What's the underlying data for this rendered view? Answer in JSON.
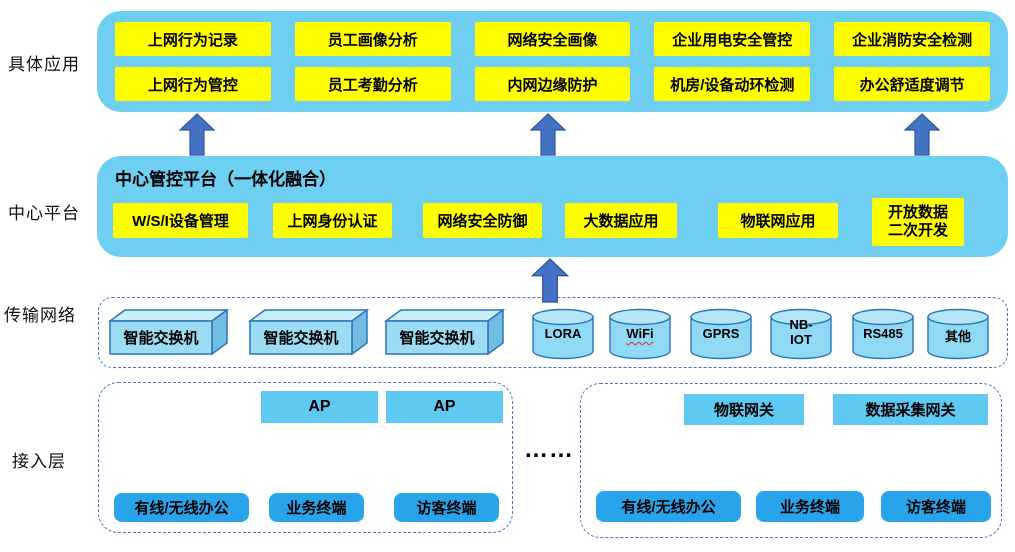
{
  "side_labels": {
    "app": "具体应用",
    "platform": "中心平台",
    "transmission": "传输网络",
    "access": "接入层"
  },
  "app_layer": {
    "boxes_row1": [
      "上网行为记录",
      "员工画像分析",
      "网络安全画像",
      "企业用电安全管控",
      "企业消防安全检测"
    ],
    "boxes_row2": [
      "上网行为管控",
      "员工考勤分析",
      "内网边缘防护",
      "机房/设备动环检测",
      "办公舒适度调节"
    ]
  },
  "platform_layer": {
    "title": "中心管控平台（一体化融合）",
    "boxes": [
      "W/S/I设备管理",
      "上网身份认证",
      "网络安全防御",
      "大数据应用",
      "物联网应用"
    ],
    "open_data_box": {
      "line1": "开放数据",
      "line2": "二次开发"
    }
  },
  "transmission_layer": {
    "switches": [
      "智能交换机",
      "智能交换机",
      "智能交换机"
    ],
    "protocols": [
      "LORA",
      "WiFi",
      "GPRS",
      "NB-IOT",
      "RS485",
      "其他"
    ]
  },
  "access_layer": {
    "left_group": {
      "ap_boxes": [
        "AP",
        "AP"
      ],
      "terminal_boxes": [
        "有线/无线办公",
        "业务终端",
        "访客终端"
      ]
    },
    "ellipsis": "……",
    "right_group": {
      "gateway_boxes": [
        "物联网关",
        "数据采集网关"
      ],
      "terminal_boxes": [
        "有线/无线办公",
        "业务终端",
        "访客终端"
      ]
    }
  },
  "colors": {
    "band_blue": "#6FCFF3",
    "box_yellow": "#FFFF00",
    "arrow_blue": "#4472C4",
    "arrow_border": "#2F5597",
    "dashed_border": "#4472C4",
    "switch_front": "#9BDCF4",
    "switch_top": "#C9EEFA",
    "switch_side": "#70BCE2",
    "cylinder_fill": "#8FD9F4",
    "cylinder_top": "#B5E6F8",
    "shape_stroke": "#2E75B6",
    "gateway_blue": "#5FC9F2",
    "terminal_blue": "#29A3E9"
  }
}
